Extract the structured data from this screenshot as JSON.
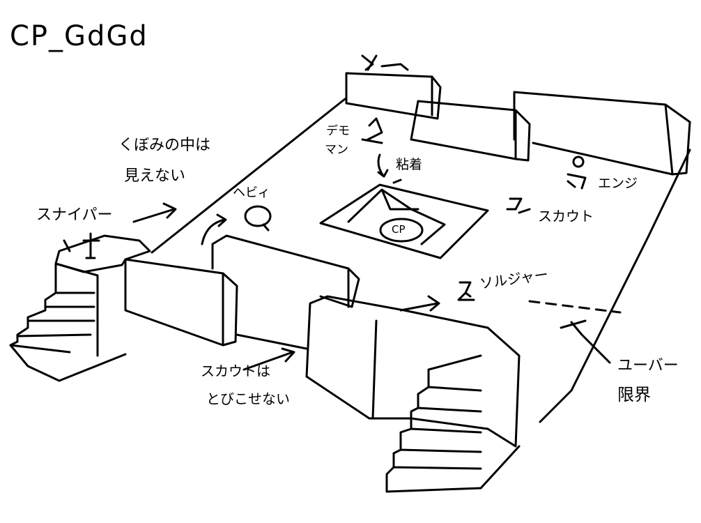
{
  "title": "CP_GdGd",
  "labels": {
    "pit_note": [
      "くぼみの中は",
      "見えない"
    ],
    "sniper": "スナイパー",
    "heavy": "ヘビィ",
    "demoman": [
      "デモ",
      "マン"
    ],
    "sticky": "粘着",
    "engineer": "エンジ",
    "scout": "スカウト",
    "soldier": "ソルジャー",
    "scout_note": [
      "スカウトは",
      "とびこせない"
    ],
    "uber_limit": [
      "ユーバー",
      "限界"
    ],
    "control_point": "CP"
  },
  "colors": {
    "ink": "#000000",
    "paper": "#ffffff"
  }
}
